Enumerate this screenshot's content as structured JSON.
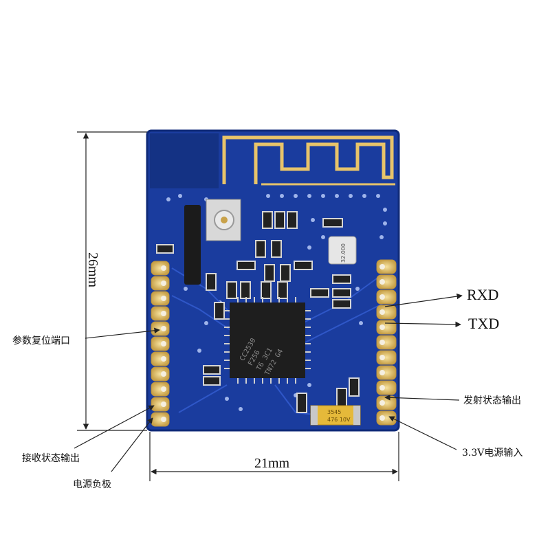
{
  "photo": {
    "board_color": "#1a3c9e",
    "antenna_color": "#e8c46a",
    "chip_marking": [
      "CC2530",
      "F256",
      "T6 3C1",
      "TN72 G4"
    ],
    "crystal_marking": "32.000",
    "tantalum_marking": [
      "3545",
      "476 10V"
    ]
  },
  "dimensions": {
    "height": "26mm",
    "width": "21mm"
  },
  "labels": {
    "rxd": "RXD",
    "txd": "TXD",
    "reset_port": "参数复位端口",
    "tx_status": "发射状态输出",
    "rx_status": "接收状态输出",
    "power_in": "3.3V电源输入",
    "ground": "电源负极"
  }
}
